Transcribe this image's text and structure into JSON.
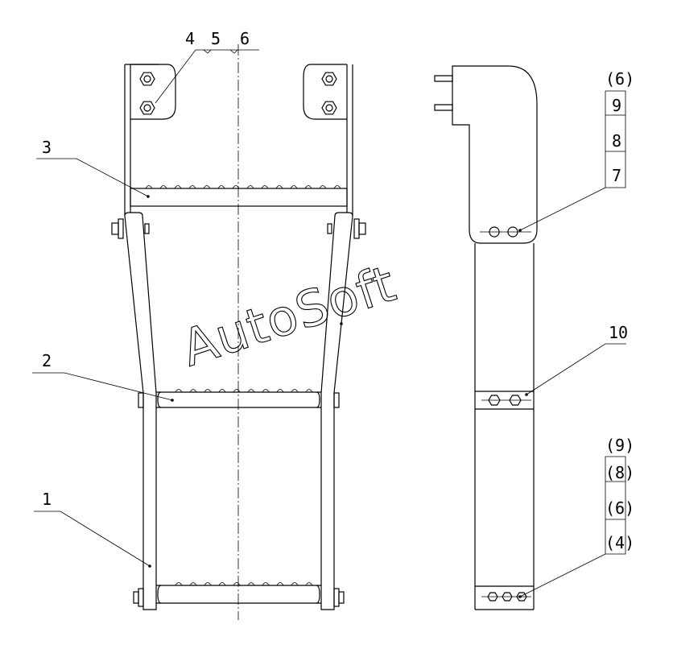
{
  "watermark": "AutoSoft",
  "callouts": {
    "c1": "1",
    "c2": "2",
    "c3": "3",
    "c4": "4",
    "c5": "5",
    "c6": "6",
    "c10": "10"
  },
  "stack_upper": [
    "(6)",
    "9",
    "8",
    "7"
  ],
  "stack_lower": [
    "(9)",
    "(8)",
    "(6)",
    "(4)"
  ]
}
